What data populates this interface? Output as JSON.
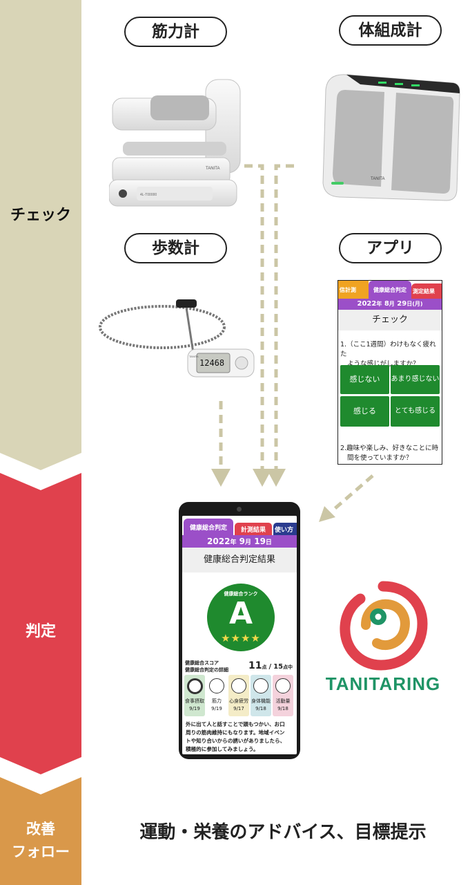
{
  "stages": {
    "check": "チェック",
    "judge": "判定",
    "improve_line1": "改善",
    "improve_line2": "フォロー"
  },
  "devices": {
    "muscle": "筋力計",
    "body": "体組成計",
    "pedometer": "歩数計",
    "app": "アプリ"
  },
  "device_marks": {
    "muscle_brand": "TANITA",
    "muscle_model": "4L-T00000",
    "body_brand": "TANITA",
    "pedometer_display": "12468",
    "pedometer_brand": "TANITA"
  },
  "app_screen": {
    "tab_left": "計測",
    "tab_left_prefix": "信",
    "tab_center": "健康総合判定",
    "tab_right": "測定結果",
    "date_year": "2022",
    "date_year_suffix": "年",
    "date_month": "8",
    "date_month_suffix": "月",
    "date_day": "29",
    "date_day_suffix": "日",
    "date_weekday": "(月)",
    "header": "チェック",
    "q1_line1": "1.（ここ1週間）わけもなく疲れた",
    "q1_line2": "ような感じがしますか？",
    "btn1": "感じない",
    "btn2": "あまり感じない",
    "btn3": "感じる",
    "btn4": "とても感じる",
    "q2_line1": "2.趣味や楽しみ、好きなことに時",
    "q2_line2": "間を使っていますか？"
  },
  "phone": {
    "tab1": "健康総合判定",
    "tab2": "計測結果",
    "tab3": "使い方",
    "date_year": "2022",
    "date_year_suffix": "年",
    "date_month": "9",
    "date_month_suffix": "月",
    "date_day": "19",
    "date_day_suffix": "日",
    "result_title": "健康総合判定結果",
    "rank_label": "健康総合ランク",
    "rank": "A",
    "stars": "★★★★",
    "score_label1": "健康総合スコア",
    "score_label2": "健康総合判定の詳細",
    "score_value": "11",
    "score_unit1": "点",
    "score_sep": "/",
    "score_total": "15",
    "score_unit2": "点中",
    "categories": [
      {
        "name": "食事摂取",
        "date": "9/19",
        "color": "#cfe7cf"
      },
      {
        "name": "筋力",
        "date": "9/19",
        "color": "#ffffff"
      },
      {
        "name": "心身疲労",
        "date": "9/17",
        "color": "#f4ecc7"
      },
      {
        "name": "身体機能",
        "date": "9/18",
        "color": "#cfe6ea"
      },
      {
        "name": "活動量",
        "date": "9/18",
        "color": "#f4d2dc"
      }
    ],
    "advice_line1": "外に出て人と話すことで頭もつかい、お口",
    "advice_line2": "周りの筋肉維持にもなります。地域イベン",
    "advice_line3": "トや知り合いからの誘いがありましたら、",
    "advice_line4": "積極的に参加してみましょう。"
  },
  "brand": {
    "name": "TANITARING",
    "green": "#1f9466",
    "red": "#e0414d",
    "orange": "#e29a3b"
  },
  "improve_text": "運動・栄養のアドバイス、目標提示",
  "colors": {
    "check_band": "#d9d5b7",
    "judge_band": "#e0414d",
    "improve_band": "#d9984a",
    "arrow": "#cbc6a5",
    "app_purple": "#9b4fc8"
  }
}
